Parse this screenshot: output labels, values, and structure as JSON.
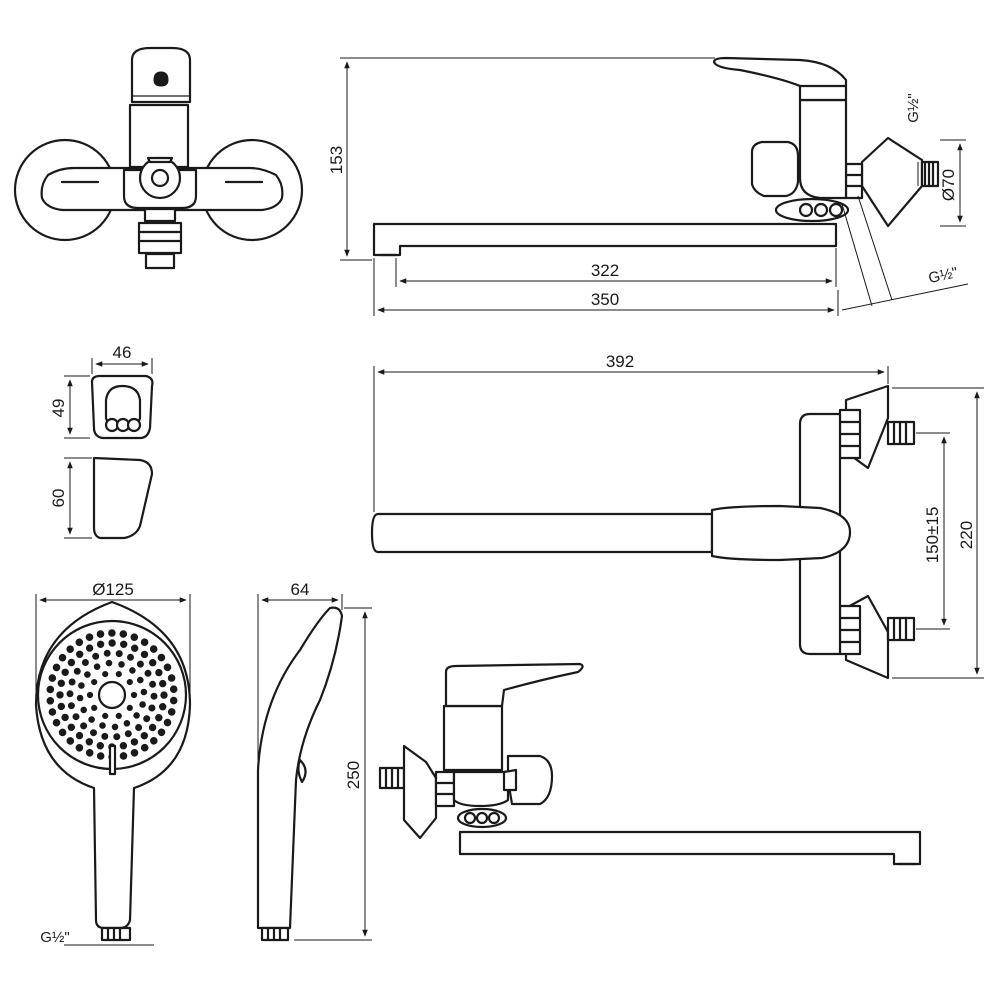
{
  "dimensions": {
    "height_153": "153",
    "spout_322": "322",
    "spout_350": "350",
    "thread_top": "G½\"",
    "diameter_70": "Ø70",
    "thread_side": "G½\"",
    "holder_width": "46",
    "holder_height": "49",
    "holder_side_height": "60",
    "top_span": "392",
    "overall_220": "220",
    "centers": "150±15",
    "head_diameter": "Ø125",
    "head_depth": "64",
    "handle_length": "250",
    "hose_thread": "G½\""
  }
}
